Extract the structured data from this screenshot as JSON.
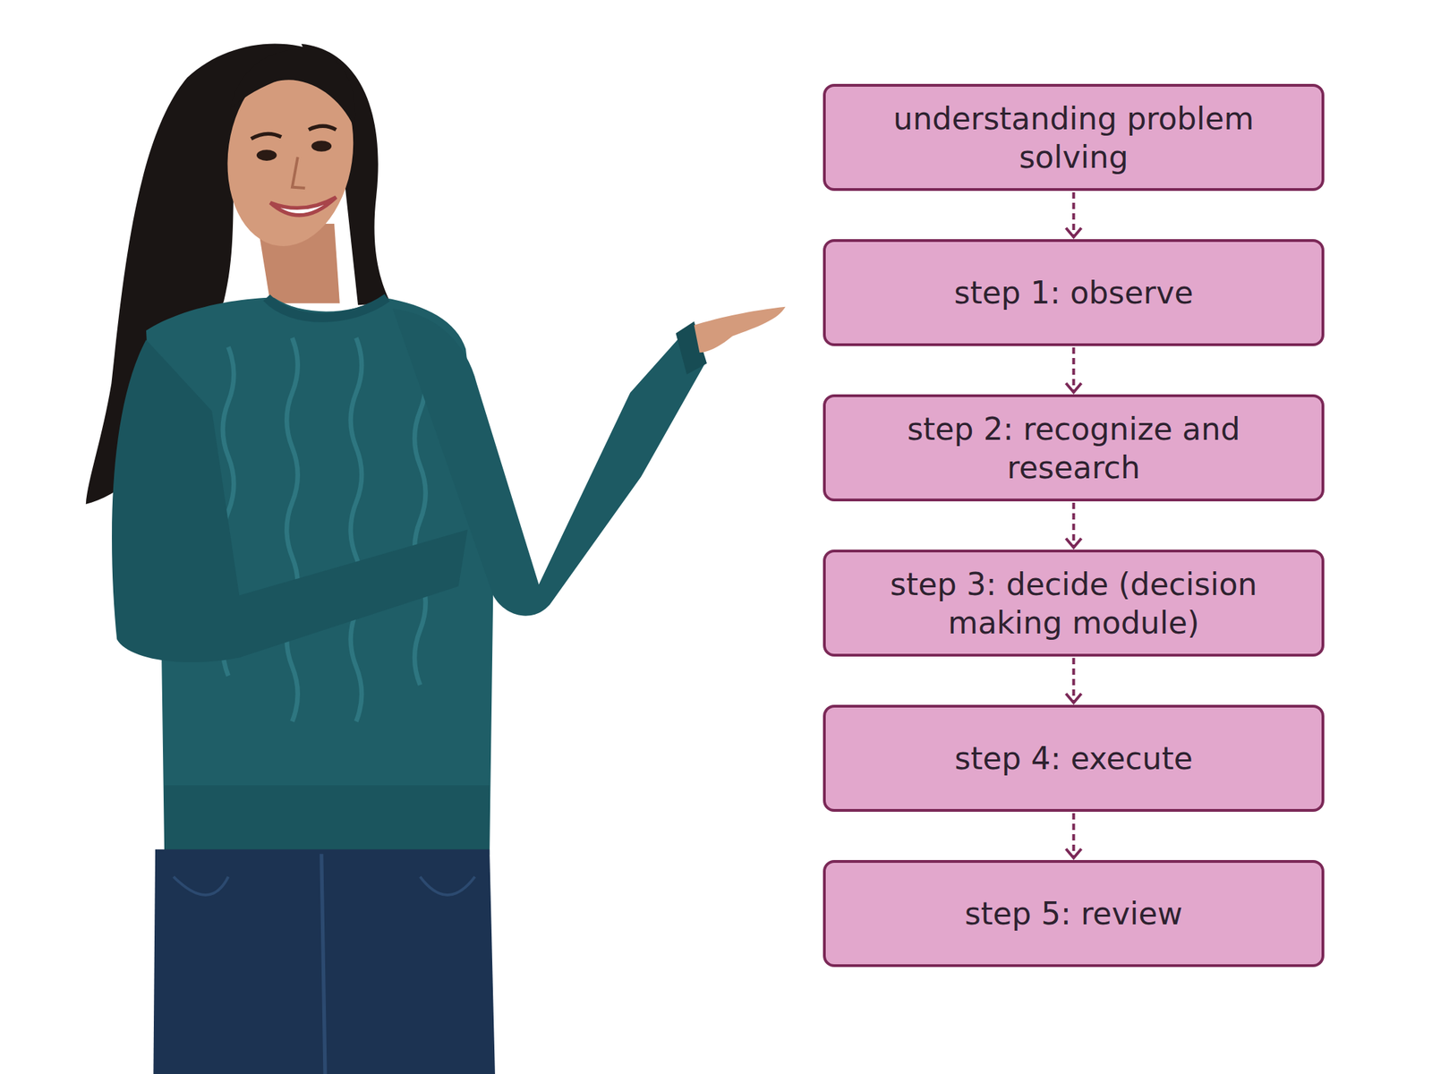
{
  "diagram": {
    "nodes": [
      {
        "text": [
          "understanding problem solving"
        ]
      },
      {
        "text": [
          "step 1: observe"
        ]
      },
      {
        "text": [
          "step 2: recognize and research"
        ]
      },
      {
        "text": [
          "step 3: decide (decision making module)"
        ]
      },
      {
        "text": [
          "step 4: execute"
        ]
      },
      {
        "text": [
          "step 5: review"
        ]
      }
    ],
    "edges": [
      {
        "from": 0,
        "to": 1,
        "arrow": "to"
      },
      {
        "from": 1,
        "to": 2,
        "arrow": "to"
      },
      {
        "from": 2,
        "to": 3,
        "arrow": "to"
      },
      {
        "from": 3,
        "to": 4,
        "arrow": "to"
      },
      {
        "from": 4,
        "to": 5,
        "arrow": "to"
      }
    ]
  }
}
